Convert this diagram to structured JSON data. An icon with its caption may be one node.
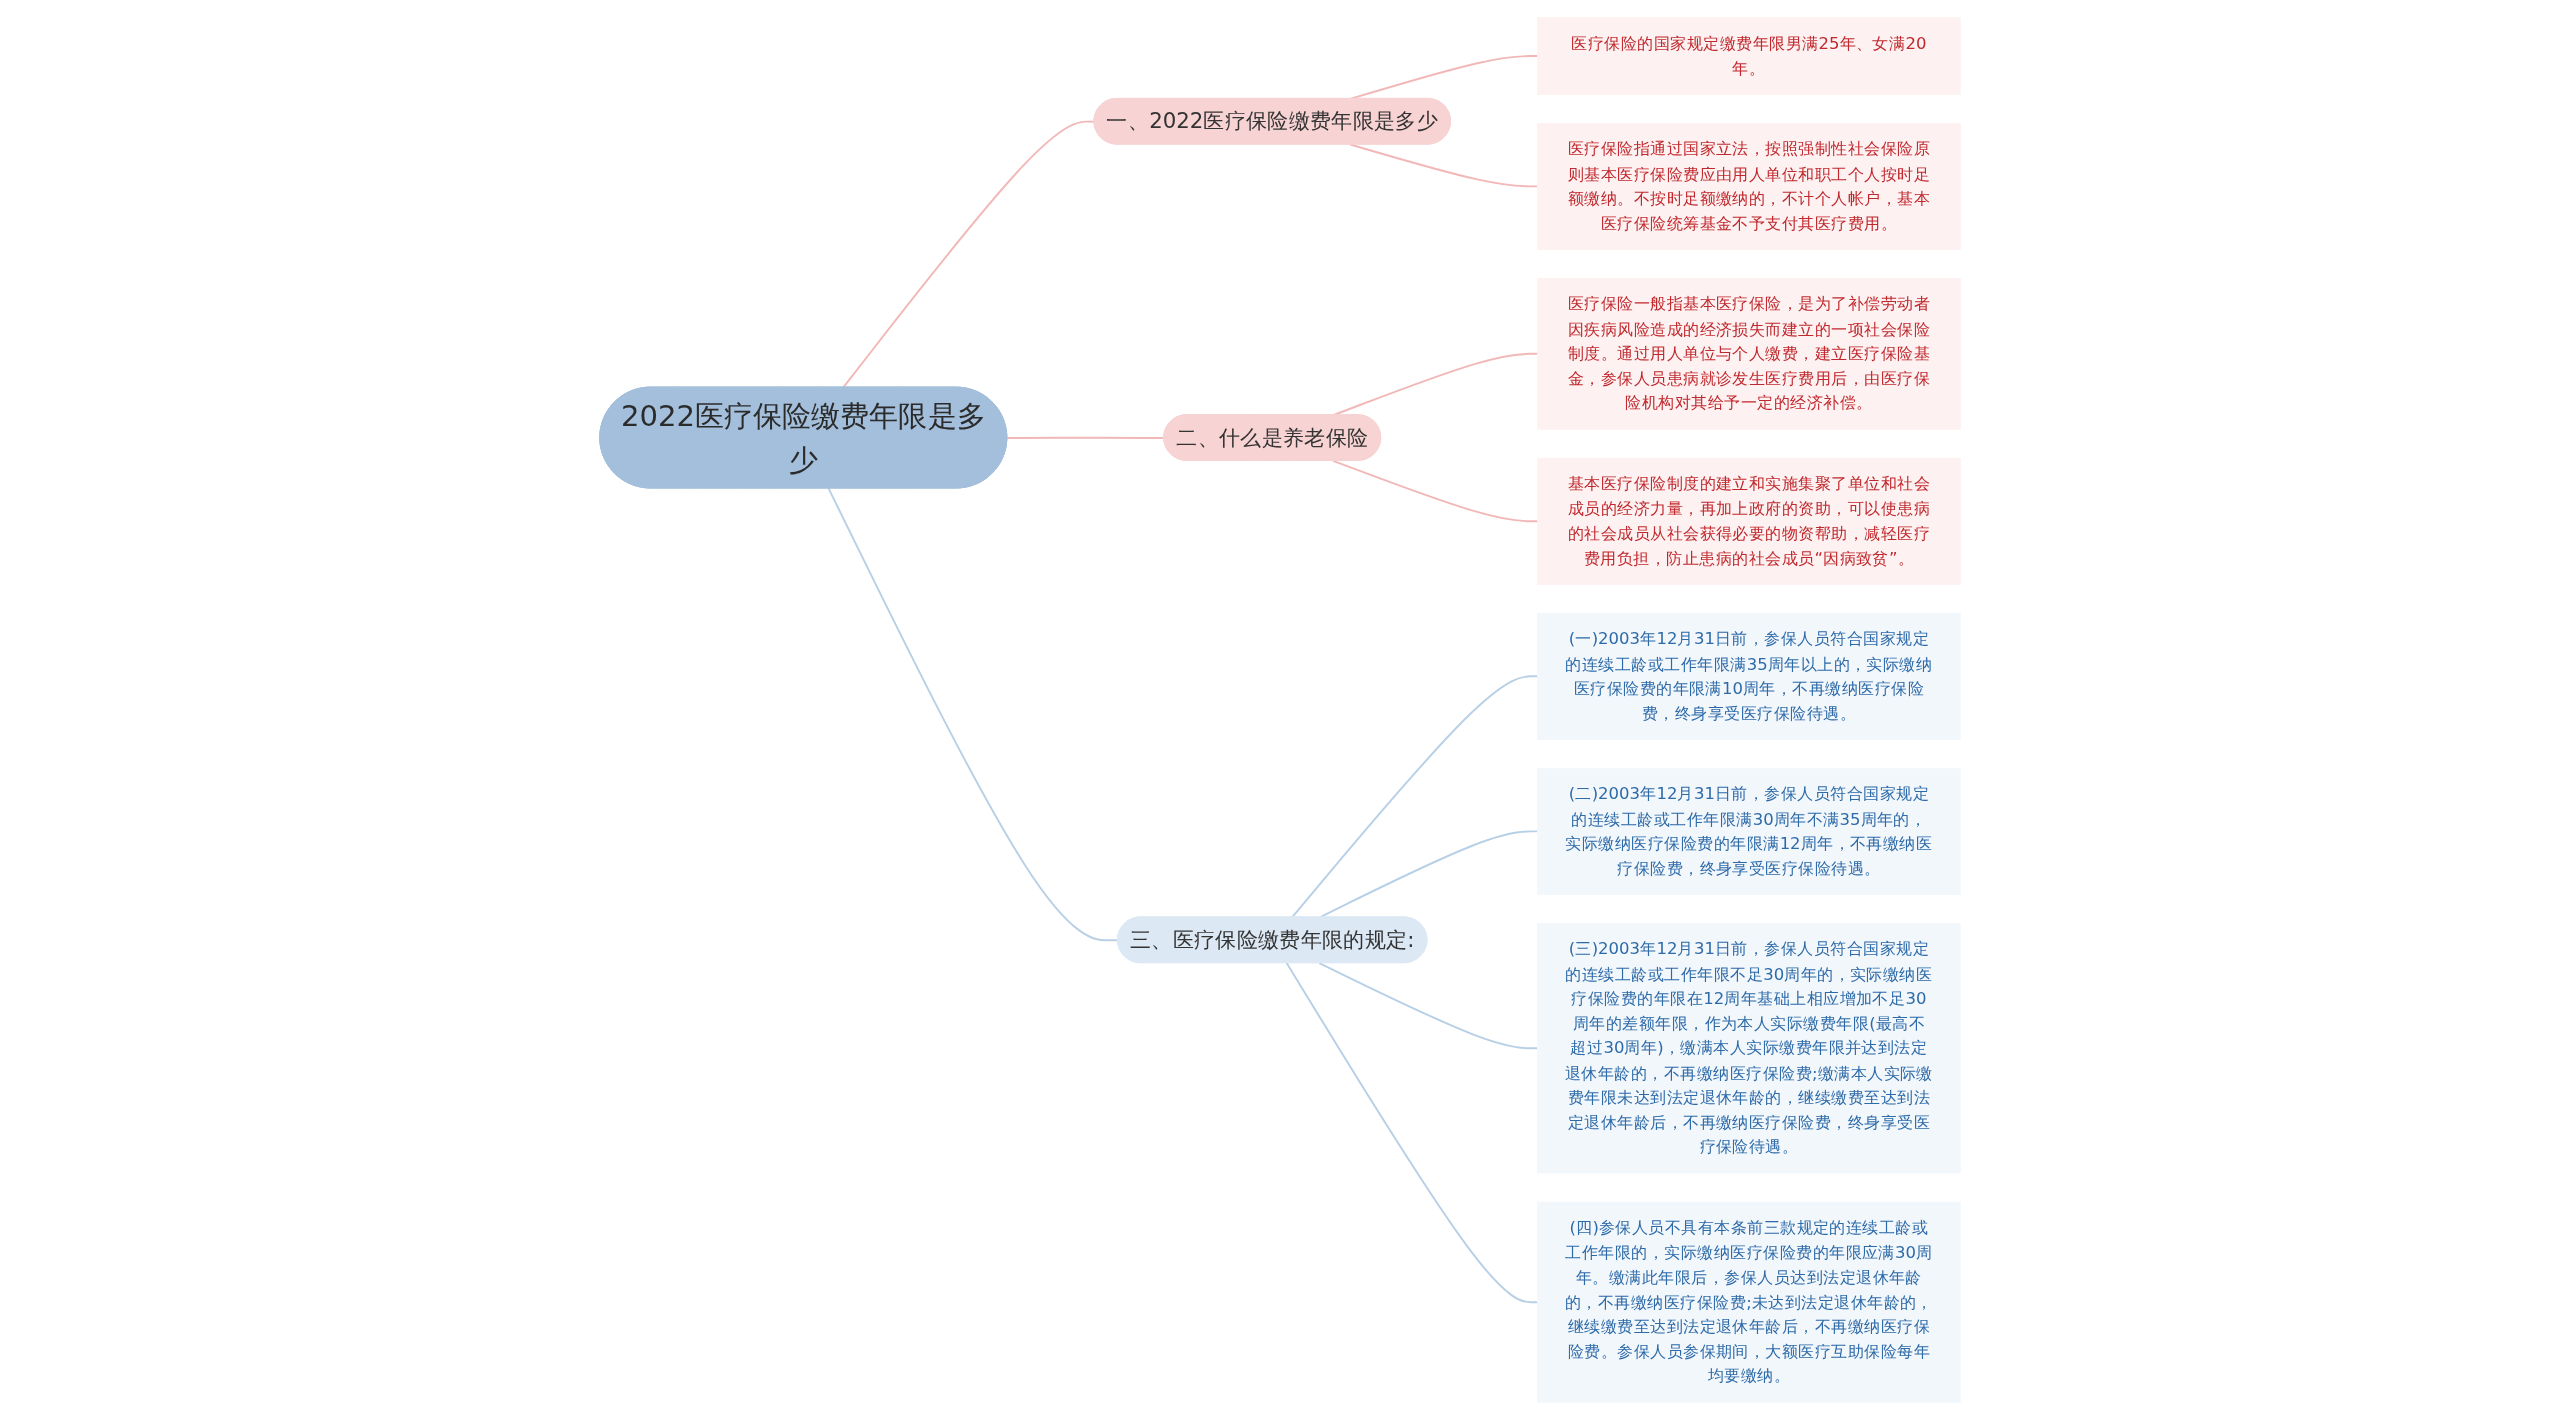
{
  "diagram": {
    "nodes": [
      {
        "text": [
          "2022医疗保险缴费年限是多少"
        ]
      },
      {
        "text": [
          "一、2022医疗保险缴费年限是多少"
        ]
      },
      {
        "text": [
          "医疗保险的国家规定缴费年限男满25年、女满20年。"
        ]
      },
      {
        "text": [
          "医疗保险指通过国家立法，按照强制性社会保险原则基本医疗保险费应由用人单位和职工个人按时足额缴纳。不按时足额缴纳的，不计个人帐户，基本医疗保险统筹基金不予支付其医疗费用。"
        ]
      },
      {
        "text": [
          "二、什么是养老保险"
        ]
      },
      {
        "text": [
          "医疗保险一般指基本医疗保险，是为了补偿劳动者因疾病风险造成的经济损失而建立的一项社会保险制度。通过用人单位与个人缴费，建立医疗保险基金，参保人员患病就诊发生医疗费用后，由医疗保险机构对其给予一定的经济补偿。"
        ]
      },
      {
        "text": [
          "基本医疗保险制度的建立和实施集聚了单位和社会成员的经济力量，再加上政府的资助，可以使患病的社会成员从社会获得必要的物资帮助，减轻医疗费用负担，防止患病的社会成员“因病致贫”。"
        ]
      },
      {
        "text": [
          "三、医疗保险缴费年限的规定:"
        ]
      },
      {
        "text": [
          "(一)2003年12月31日前，参保人员符合国家规定的连续工龄或工作年限满35周年以上的，实际缴纳医疗保险费的年限满10周年，不再缴纳医疗保险费，终身享受医疗保险待遇。"
        ]
      },
      {
        "text": [
          "(二)2003年12月31日前，参保人员符合国家规定的连续工龄或工作年限满30周年不满35周年的，实际缴纳医疗保险费的年限满12周年，不再缴纳医疗保险费，终身享受医疗保险待遇。"
        ]
      },
      {
        "text": [
          "(三)2003年12月31日前，参保人员符合国家规定的连续工龄或工作年限不足30周年的，实际缴纳医疗保险费的年限在12周年基础上相应增加不足30周年的差额年限，作为本人实际缴费年限(最高不超过30周年)，缴满本人实际缴费年限并达到法定退休年龄的，不再缴纳医疗保险费;缴满本人实际缴费年限未达到法定退休年龄的，继续缴费至达到法定退休年龄后，不再缴纳医疗保险费，终身享受医疗保险待遇。"
        ]
      },
      {
        "text": [
          "(四)参保人员不具有本条前三款规定的连续工龄或工作年限的，实际缴纳医疗保险费的年限应满30周年。缴满此年限后，参保人员达到法定退休年龄的，不再缴纳医疗保险费;未达到法定退休年龄的，继续缴费至达到法定退休年龄后，不再缴纳医疗保险费。参保人员参保期间，大额医疗互助保险每年均要缴纳。"
        ]
      }
    ],
    "edges": [
      {
        "from": 0,
        "to": 1,
        "arrow": "none"
      },
      {
        "from": 1,
        "to": 2,
        "arrow": "none"
      },
      {
        "from": 1,
        "to": 3,
        "arrow": "none"
      },
      {
        "from": 0,
        "to": 4,
        "arrow": "none"
      },
      {
        "from": 4,
        "to": 5,
        "arrow": "none"
      },
      {
        "from": 4,
        "to": 6,
        "arrow": "none"
      },
      {
        "from": 0,
        "to": 7,
        "arrow": "none",
        "color": "#b8d0e6"
      },
      {
        "from": 7,
        "to": 8,
        "arrow": "none",
        "color": "#b8d0e6"
      },
      {
        "from": 7,
        "to": 9,
        "arrow": "none",
        "color": "#b8d0e6"
      },
      {
        "from": 7,
        "to": 10,
        "arrow": "none",
        "color": "#b8d0e6"
      },
      {
        "from": 7,
        "to": 11,
        "arrow": "none",
        "color": "#b8d0e6"
      }
    ]
  }
}
